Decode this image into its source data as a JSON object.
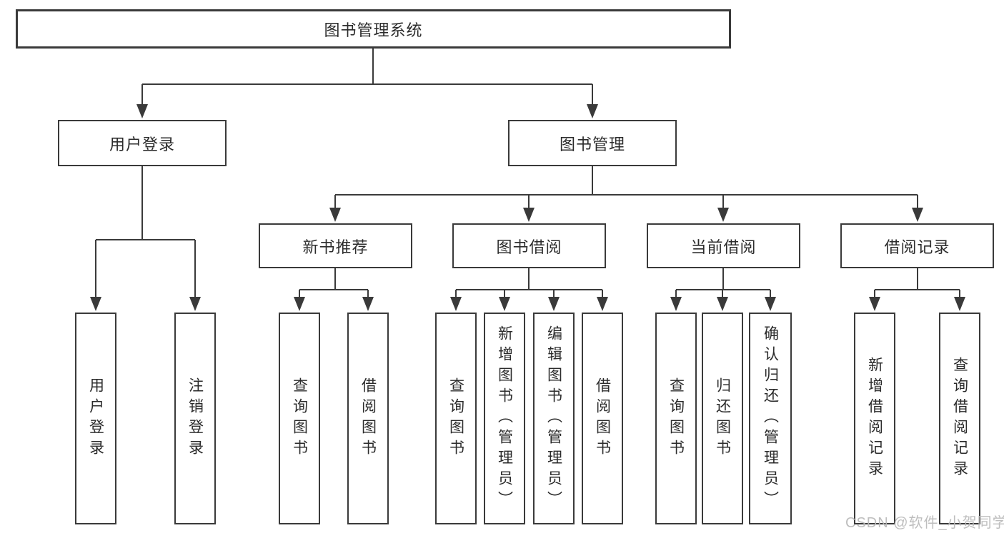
{
  "diagram": {
    "type": "hierarchy-tree",
    "colors": {
      "line": "#3a3a3a",
      "text": "#2b2b2b",
      "background": "#ffffff",
      "watermark": "#b9b9b9"
    },
    "watermark": "CSDN @软件_小贺同学",
    "root": {
      "label": "图书管理系统"
    },
    "level2": [
      {
        "label": "用户登录"
      },
      {
        "label": "图书管理"
      }
    ],
    "level3": [
      {
        "label": "新书推荐"
      },
      {
        "label": "图书借阅"
      },
      {
        "label": "当前借阅"
      },
      {
        "label": "借阅记录"
      }
    ],
    "leaves": [
      {
        "label": "用户登录"
      },
      {
        "label": "注销登录"
      },
      {
        "label": "查询图书"
      },
      {
        "label": "借阅图书"
      },
      {
        "label": "查询图书"
      },
      {
        "label": "新增图书（管理员）"
      },
      {
        "label": "编辑图书（管理员）"
      },
      {
        "label": "借阅图书"
      },
      {
        "label": "查询图书"
      },
      {
        "label": "归还图书"
      },
      {
        "label": "确认归还（管理员）"
      },
      {
        "label": "新增借阅记录"
      },
      {
        "label": "查询借阅记录"
      }
    ],
    "tree": {
      "label": "图书管理系统",
      "children": [
        {
          "label": "用户登录",
          "children": [
            {
              "label": "用户登录"
            },
            {
              "label": "注销登录"
            }
          ]
        },
        {
          "label": "图书管理",
          "children": [
            {
              "label": "新书推荐",
              "children": [
                {
                  "label": "查询图书"
                },
                {
                  "label": "借阅图书"
                }
              ]
            },
            {
              "label": "图书借阅",
              "children": [
                {
                  "label": "查询图书"
                },
                {
                  "label": "新增图书（管理员）"
                },
                {
                  "label": "编辑图书（管理员）"
                },
                {
                  "label": "借阅图书"
                }
              ]
            },
            {
              "label": "当前借阅",
              "children": [
                {
                  "label": "查询图书"
                },
                {
                  "label": "归还图书"
                },
                {
                  "label": "确认归还（管理员）"
                }
              ]
            },
            {
              "label": "借阅记录",
              "children": [
                {
                  "label": "新增借阅记录"
                },
                {
                  "label": "查询借阅记录"
                }
              ]
            }
          ]
        }
      ]
    }
  }
}
